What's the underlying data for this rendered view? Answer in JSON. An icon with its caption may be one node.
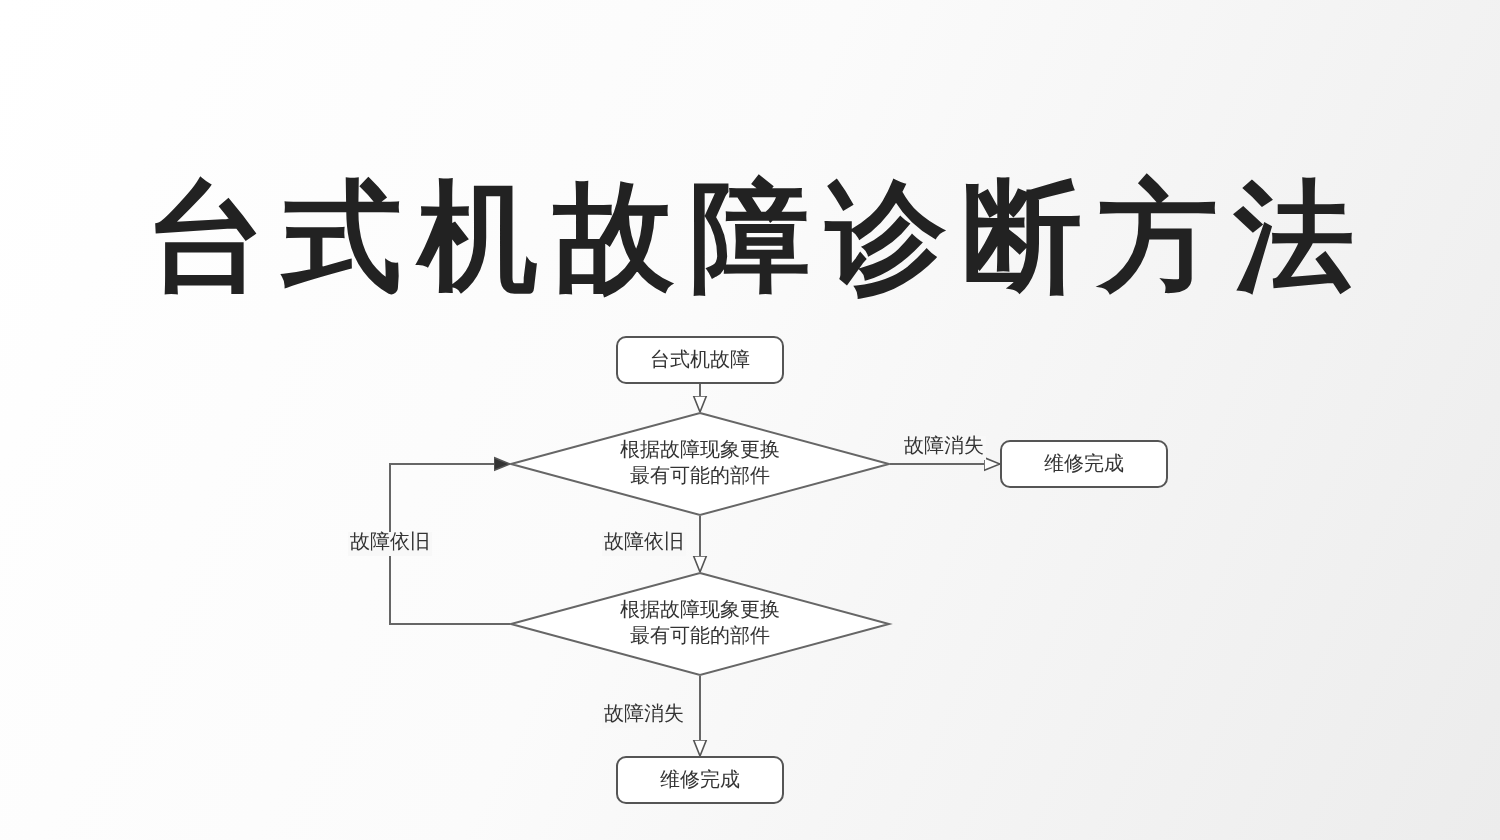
{
  "diagram": {
    "title": "台式机故障诊断方法",
    "nodes": [
      {
        "text": [
          "台式机故障"
        ]
      },
      {
        "text": [
          "根据故障现象更换最有可能的部件"
        ]
      },
      {
        "text": [
          "维修完成"
        ]
      },
      {
        "text": [
          "根据故障现象更换最有可能的部件"
        ]
      },
      {
        "text": [
          "维修完成"
        ]
      }
    ],
    "edges": [
      {
        "from": 0,
        "to": 1,
        "arrow": "to"
      },
      {
        "from": 1,
        "to": 2,
        "arrow": "to",
        "label": "故障消失"
      },
      {
        "from": 1,
        "to": 3,
        "arrow": "to",
        "label": "故障依旧"
      },
      {
        "from": 3,
        "to": 1,
        "arrow": "to",
        "label": "故障依旧"
      },
      {
        "from": 3,
        "to": 4,
        "arrow": "to",
        "label": "故障消失"
      }
    ]
  }
}
